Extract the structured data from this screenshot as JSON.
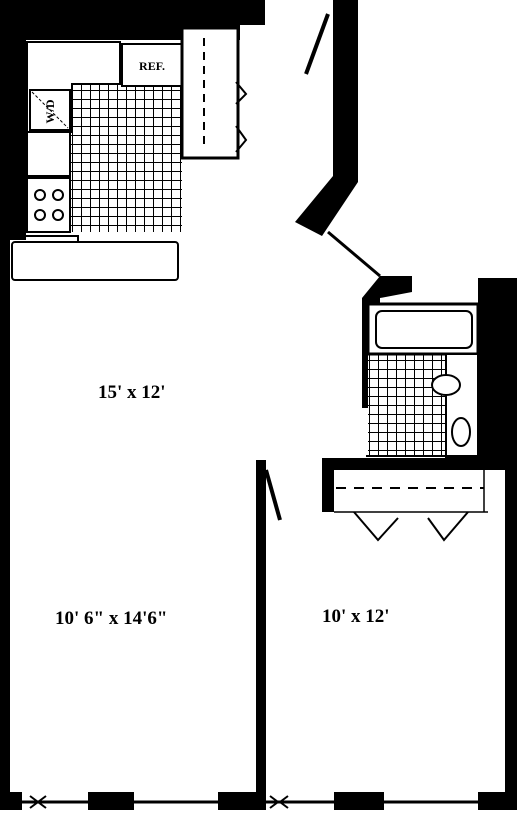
{
  "rooms": {
    "living": "15' x 12'",
    "dining": "10' 6\" x 14'6\"",
    "bedroom": "10' x 12'"
  },
  "appliances": {
    "refrigerator": "REF.",
    "washer_dryer": "W/D"
  },
  "colors": {
    "wall": "#000000",
    "floor": "#ffffff"
  }
}
